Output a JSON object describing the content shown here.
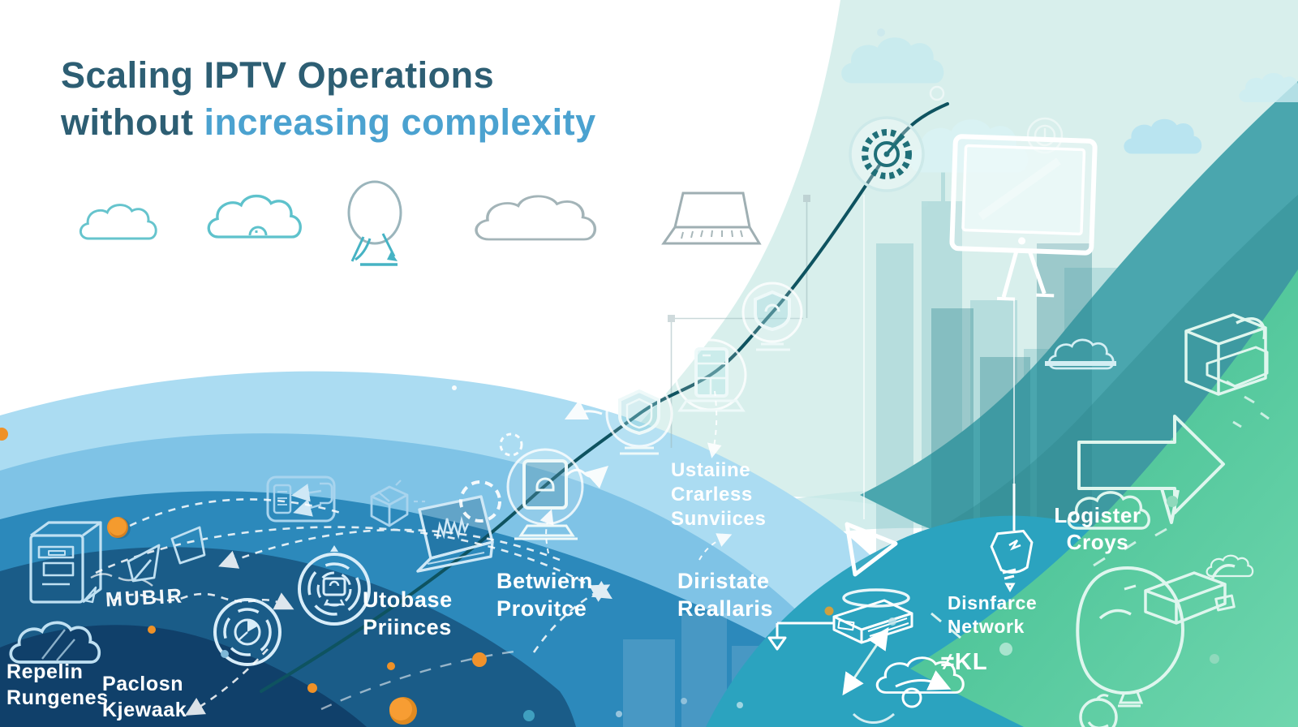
{
  "title": {
    "line1": "Scaling IPTV Operations",
    "line2_prefix": "without ",
    "line2_accent": "increasing complexity"
  },
  "labels": {
    "services": "Ustaiine\nCrarless\nSunviices",
    "betwiern": "Betwiern\nProvitce",
    "utobase": "Utobase\nPriinces",
    "diristate": "Diristate\nReallaris",
    "disnfarce": "Disnfarce\nNetwork",
    "logister": "Logister\nCroys",
    "repelin": "Repelin\nRungenes",
    "paclosn": "Paclosn\nKjewaak",
    "mubir": "MUBIR",
    "jkl": "≠KL"
  },
  "colors": {
    "title_dark": "#2d5e73",
    "title_accent": "#4ba2d0",
    "growth_line": "#0e5360",
    "accent_orange": "#ef9127",
    "wave_light_blue": "#abdcf2",
    "wave_blue": "#2c89bb",
    "wave_navy": "#1a5c88",
    "wave_deep_navy": "#10406a",
    "mint": "#d8efec",
    "teal": "#4aa6ae",
    "teal_band": "#2ba3bf",
    "green_start": "#38b98a",
    "green_end": "#6fd6ae",
    "line_art": "#ffffff"
  },
  "icons": [
    "cloud-icon",
    "balloon-figure-icon",
    "laptop-icon",
    "gauge-gear-icon",
    "tv-monitor-icon",
    "monitor-lock-node-icon",
    "shield-node-icon",
    "server-node-icon",
    "shield-lock-node-icon",
    "play-button-icon",
    "set-top-box-icon",
    "pendant-lamp-icon",
    "block-arrow-icon",
    "storage-box-icon",
    "idea-balloon-icon",
    "graduation-box-icon",
    "cloud-arrow-icon",
    "double-arrow-icon",
    "server-cabinet-icon",
    "process-maze-icon",
    "pie-chart-maze-icon",
    "transfer-card-icon",
    "cube-icon",
    "laptop-waveform-icon",
    "squiggle-arrow-icon"
  ]
}
